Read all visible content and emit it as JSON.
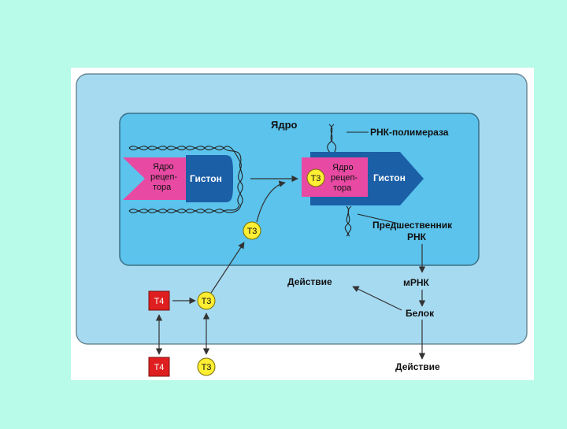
{
  "nucleus": {
    "title": "Ядро",
    "rna_polymerase": "РНК-полимераза",
    "precursor": {
      "line1": "Предшественник",
      "line2": "РНК"
    }
  },
  "left_complex": {
    "receptor": {
      "line1": "Ядро",
      "line2": "рецеп-",
      "line3": "тора"
    },
    "histone": "Гистон"
  },
  "right_complex": {
    "hormone": "Т3",
    "receptor": {
      "line1": "Ядро",
      "line2": "рецеп-",
      "line3": "тора"
    },
    "histone": "Гистон"
  },
  "hormones": {
    "t3_nucleus": "Т3",
    "t4_cell": "Т4",
    "t3_cell": "Т3",
    "t4_blood": "Т4",
    "t3_blood": "Т3"
  },
  "pathway": {
    "mrna": "мРНК",
    "protein": "Белок",
    "action_cell": "Действие",
    "action_out": "Действие"
  },
  "colors": {
    "page": "#b8fbe9",
    "panel": "#ffffff",
    "cell": "#a6daf1",
    "nucleus": "#5bc3ec",
    "histone": "#1b5fa7",
    "receptor": "#e84aa3",
    "t3": "#ffee33",
    "t4": "#df1f1f"
  }
}
